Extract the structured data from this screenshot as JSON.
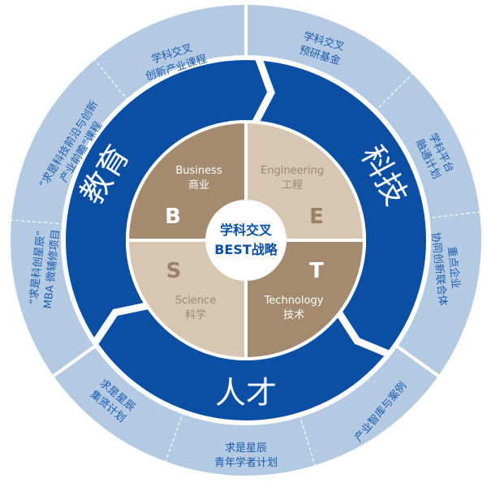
{
  "colors": {
    "outer_ring": "#b4c9e2",
    "blue_ring": "#0a4fa3",
    "dark_quadrant": "#a48a6e",
    "light_quadrant": "#d6c6b2"
  },
  "center": {
    "line1": "学科交叉",
    "line2": "BEST战略"
  },
  "quadrants": [
    {
      "letter": "B",
      "en": "Business",
      "zh": "商业"
    },
    {
      "letter": "E",
      "en": "Engineering",
      "zh": "工程"
    },
    {
      "letter": "T",
      "en": "Technology",
      "zh": "技术"
    },
    {
      "letter": "S",
      "en": "Science",
      "zh": "科学"
    }
  ],
  "pillars": {
    "education": "教育",
    "technology": "科技",
    "talent": "人才"
  },
  "programs": [
    {
      "l1": "学科交叉",
      "l2": "创新产业课程"
    },
    {
      "l1": "“求是科技前沿与创新",
      "l2": "产业前瞻”课程"
    },
    {
      "l1": "“求是科创星辰”",
      "l2": "MBA 微辅修项目"
    },
    {
      "l1": "求是星辰",
      "l2": "集贤计划"
    },
    {
      "l1": "求是星辰",
      "l2": "青年学者计划"
    },
    {
      "l1": "产业智库与案例",
      "l2": ""
    },
    {
      "l1": "重点企业",
      "l2": "协同创新联合体"
    },
    {
      "l1": "学科平台",
      "l2": "融通计划"
    },
    {
      "l1": "学科交叉",
      "l2": "预研基金"
    }
  ]
}
